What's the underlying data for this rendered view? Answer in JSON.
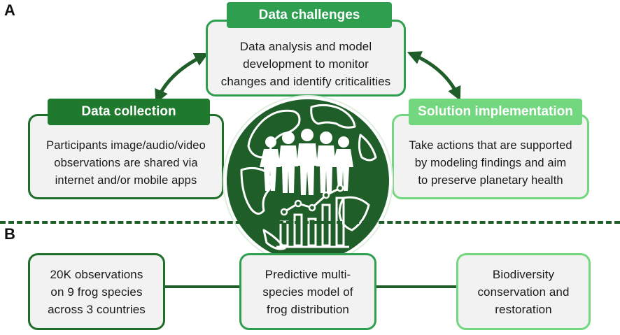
{
  "panel_labels": {
    "a": "A",
    "b": "B"
  },
  "colors": {
    "dark_green": "#1f6e2a",
    "mid_green": "#2e9e4f",
    "light_green": "#72d77e",
    "globe": "#1f5e28",
    "box_bg": "#f2f2f2"
  },
  "panel_a": {
    "data_challenges": {
      "header": "Data challenges",
      "text": "Data analysis and model\ndevelopment to monitor\nchanges and identify criticalities"
    },
    "data_collection": {
      "header": "Data collection",
      "text": "Participants image/audio/video\nobservations are shared via\ninternet and/or mobile apps"
    },
    "solution_implementation": {
      "header": "Solution implementation",
      "text": "Take actions that are supported\nby modeling findings and aim\nto preserve planetary health"
    }
  },
  "panel_b": {
    "steps": [
      {
        "text": "20K observations\non 9 frog species\nacross 3 countries"
      },
      {
        "text": "Predictive multi-\nspecies model of\nfrog distribution"
      },
      {
        "text": "Biodiversity\nconservation and\nrestoration"
      }
    ]
  }
}
